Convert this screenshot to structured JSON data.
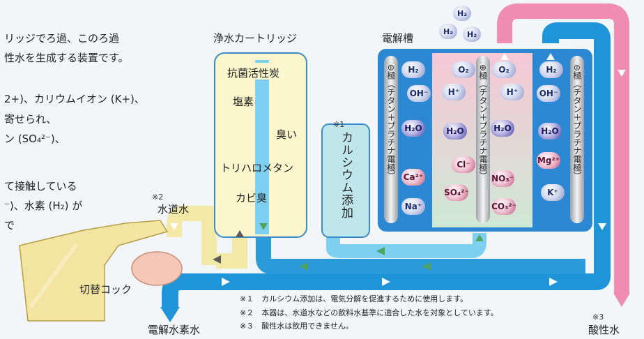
{
  "intro_lines": [
    "リッジでろ過、このろ過",
    "性水を生成する装置です。",
    "2+)、カリウムイオン (K+)、",
    "寄せられ、",
    "ン (SO₄²⁻)、",
    "て接触している",
    "⁻)、水素 (H₂) が",
    "で"
  ],
  "labels": {
    "filter_cartridge": "浄水カートリッジ",
    "electrolytic_cell": "電解槽",
    "antibacterial_carbon": "抗菌活性炭",
    "chlorine": "塩素",
    "odor": "臭い",
    "trihalomethane": "トリハロメタン",
    "mold_odor": "カビ臭",
    "calcium_note": "※1",
    "calcium_add": "カルシウム添加",
    "tap_note": "※2",
    "tap_water": "水道水",
    "switch_cock": "切替コック",
    "hydrogen_water": "電解水素水",
    "acid_note": "※3",
    "acid_water": "酸性水",
    "electrode_minus": "⊖極（チタン＋プラチナ電極）",
    "electrode_plus": "⊕極（チタン＋プラチナ電極）"
  },
  "molecules": {
    "h2": "H₂",
    "oh": "OH⁻",
    "h2o": "H₂O",
    "o2": "O₂",
    "hplus": "H⁺",
    "cl": "Cl⁻",
    "so4": "SO₄²⁻",
    "no3": "NO₃⁻",
    "co3": "CO₃²⁻",
    "ca": "Ca²⁺",
    "na": "Na⁺",
    "mg": "Mg²⁺",
    "k": "K⁺"
  },
  "notes": [
    "※１　カルシウム添加は、電気分解を促進するために使用します。",
    "※２　本器は、水道水などの飲料水基準に適合した水を対象としています。",
    "※３　酸性水は飲用できません。"
  ],
  "colors": {
    "cold_water": "#2a9ad8",
    "filtered_yellow": "#f7f0b0",
    "acid_pink": "#f08cb0",
    "cell_blue": "#2d88d4",
    "green_flow": "#4fa35a"
  }
}
